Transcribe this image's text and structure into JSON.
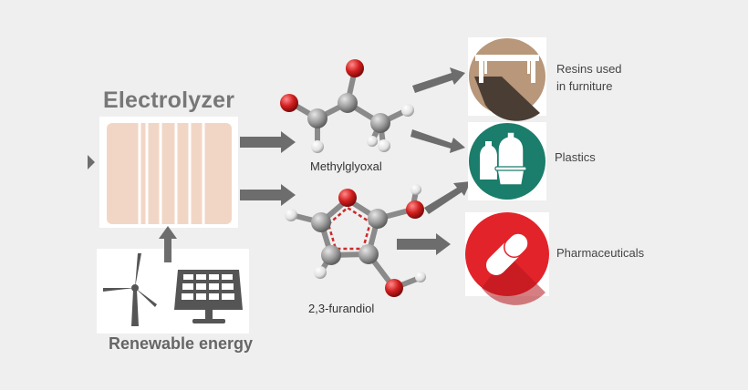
{
  "electrolyzer": {
    "title": "Electrolyzer",
    "fill_color": "#f2d6c5"
  },
  "energy": {
    "title": "Renewable energy",
    "icons": [
      "wind-turbine-icon",
      "solar-panel-icon"
    ]
  },
  "molecules": [
    {
      "name": "Methylglyoxal"
    },
    {
      "name": "2,3-furandiol"
    }
  ],
  "products": [
    {
      "label_line1": "Resins used",
      "label_line2": "in furniture",
      "icon": "table-icon",
      "circle_color": "#b8977a"
    },
    {
      "label": "Plastics",
      "icon": "plastic-bottles-icon",
      "circle_color": "#1b7d6b"
    },
    {
      "label": "Pharmaceuticals",
      "icon": "pill-capsule-icon",
      "circle_color": "#e2232a"
    }
  ],
  "colors": {
    "arrow": "#6d6d6d",
    "carbon": "#9a9a9a",
    "oxygen": "#d21f1f",
    "hydrogen": "#ececec"
  }
}
